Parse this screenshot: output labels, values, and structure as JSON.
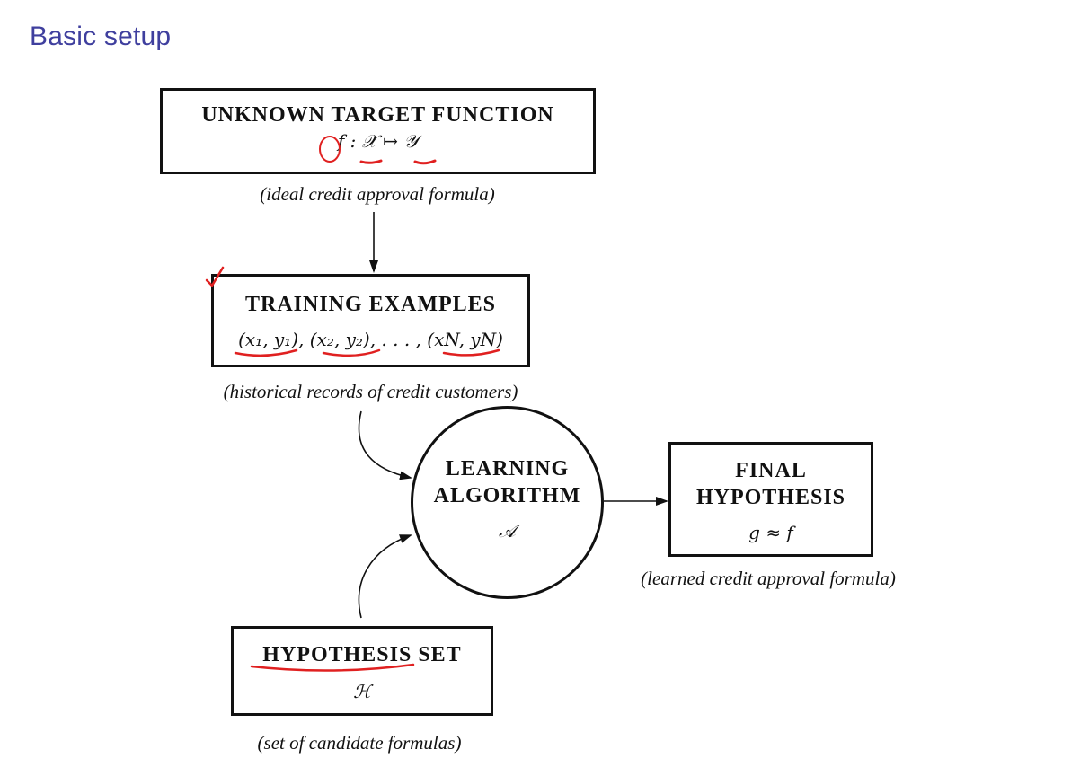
{
  "slide": {
    "title": "Basic setup"
  },
  "nodes": {
    "target": {
      "title": "UNKNOWN TARGET FUNCTION",
      "formula": "f : 𝒳 ↦ 𝒴",
      "caption": "(ideal credit approval formula)"
    },
    "training": {
      "title": "TRAINING EXAMPLES",
      "formula": "(x₁, y₁), (x₂, y₂), . . . , (xN, yN)",
      "caption": "(historical records of credit customers)"
    },
    "learning": {
      "title_line1": "LEARNING",
      "title_line2": "ALGORITHM",
      "symbol": "𝒜"
    },
    "final": {
      "title_line1": "FINAL",
      "title_line2": "HYPOTHESIS",
      "formula": "g ≈ f",
      "caption": "(learned credit approval formula)"
    },
    "hypset": {
      "title": "HYPOTHESIS SET",
      "symbol": "ℋ",
      "caption": "(set of candidate formulas)"
    }
  },
  "colors": {
    "title": "#3f3f9e",
    "ink": "#111111",
    "annotation": "#e02020"
  }
}
